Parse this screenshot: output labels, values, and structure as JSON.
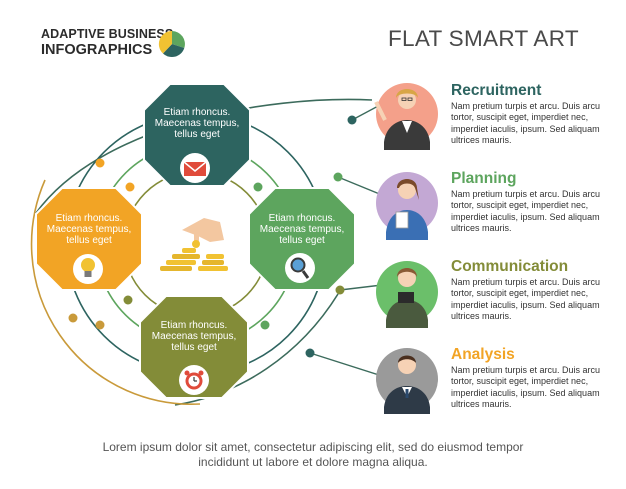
{
  "brand": {
    "line1": "ADAPTIVE BUSINESS",
    "line2": "INFOGRAPHICS"
  },
  "headline": "FLAT SMART ART",
  "colors": {
    "teal": "#2d6460",
    "orange": "#f2a425",
    "green": "#5da55e",
    "olive": "#838c38",
    "ring": "#3c6b5c",
    "gold": "#f1c232"
  },
  "octagons": [
    {
      "text": "Etiam rhoncus.\nMaecenas tempus,\ntellus eget",
      "icon": "envelope-icon"
    },
    {
      "text": "Etiam rhoncus.\nMaecenas tempus,\ntellus eget",
      "icon": "lightbulb-icon"
    },
    {
      "text": "Etiam rhoncus.\nMaecenas tempus,\ntellus eget",
      "icon": "magnifier-icon"
    },
    {
      "text": "Etiam rhoncus.\nMaecenas tempus,\ntellus eget",
      "icon": "alarm-clock-icon"
    }
  ],
  "center_icon": "hand-coins-icon",
  "steps": [
    {
      "title": "Recruitment",
      "color": "#2d6460",
      "desc": "Nam pretium turpis et arcu. Duis arcu tortor, suscipit eget, imperdiet nec, imperdiet iaculis, ipsum. Sed aliquam ultrices mauris."
    },
    {
      "title": "Planning",
      "color": "#5da55e",
      "desc": "Nam pretium turpis et arcu. Duis arcu tortor, suscipit eget, imperdiet nec, imperdiet iaculis, ipsum. Sed aliquam ultrices mauris."
    },
    {
      "title": "Communication",
      "color": "#838c38",
      "desc": "Nam pretium turpis et arcu. Duis arcu tortor, suscipit eget, imperdiet nec, imperdiet iaculis, ipsum. Sed aliquam ultrices mauris."
    },
    {
      "title": "Analysis",
      "color": "#f2a425",
      "desc": "Nam pretium turpis et arcu. Duis arcu tortor, suscipit eget, imperdiet nec, imperdiet iaculis, ipsum. Sed aliquam ultrices mauris."
    }
  ],
  "footer": {
    "line1": "Lorem ipsum dolor sit amet, consectetur adipiscing elit, sed do eiusmod tempor",
    "line2": "incididunt ut labore et dolore magna aliqua."
  }
}
